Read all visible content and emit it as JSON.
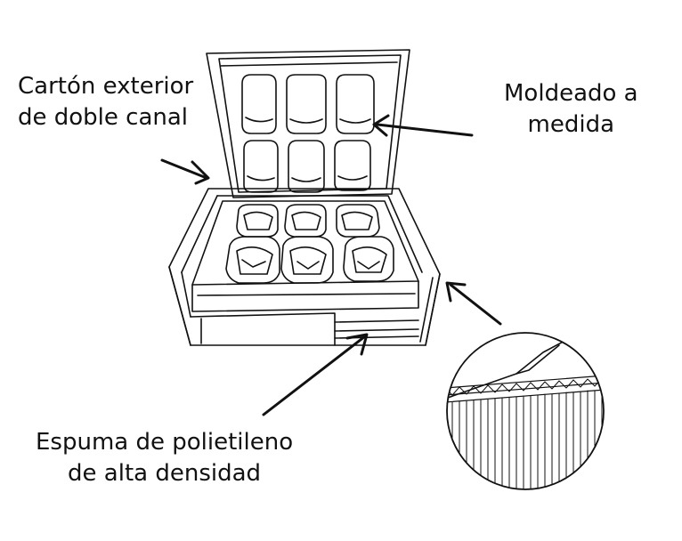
{
  "labels": {
    "carton": {
      "line1": "Cartón exterior",
      "line2": "de doble canal"
    },
    "molde": {
      "line1": "Moldeado a",
      "line2": "medida"
    },
    "espuma": {
      "line1": "Espuma de polietileno",
      "line2": "de alta densidad"
    }
  },
  "colors": {
    "ink": "#111111",
    "background": "#ffffff"
  }
}
